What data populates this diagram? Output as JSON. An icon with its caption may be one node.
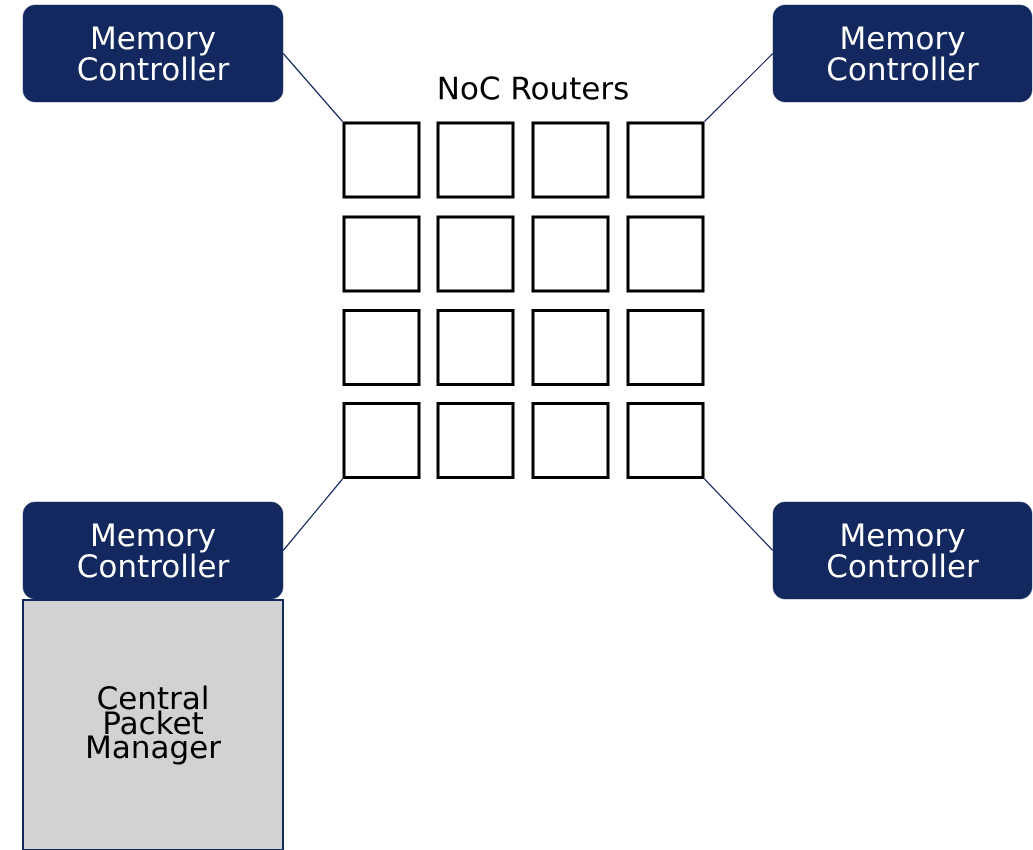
{
  "diagram": {
    "nodes": [
      {
        "text": [
          "Memory Controller"
        ]
      },
      {
        "text": [
          "Memory Controller"
        ]
      },
      {
        "text": [],
        "shape": "box"
      },
      {
        "text": [],
        "shape": "box"
      },
      {
        "text": [],
        "shape": "box"
      },
      {
        "text": [],
        "shape": "box"
      },
      {
        "text": [],
        "shape": "box"
      },
      {
        "text": [],
        "shape": "box"
      },
      {
        "text": [],
        "shape": "box"
      },
      {
        "text": [],
        "shape": "box"
      },
      {
        "text": [],
        "shape": "box"
      },
      {
        "text": [],
        "shape": "box"
      },
      {
        "text": [],
        "shape": "box"
      },
      {
        "text": [],
        "shape": "box"
      },
      {
        "text": [],
        "shape": "box"
      },
      {
        "text": [],
        "shape": "box"
      },
      {
        "text": [],
        "shape": "box"
      },
      {
        "text": [],
        "shape": "box"
      },
      {
        "text": [
          "Memory Controller"
        ]
      },
      {
        "text": [
          "Memory Controller"
        ]
      },
      {
        "text": [
          "Central Packet Manager"
        ]
      }
    ],
    "edges": [
      {
        "from": 0,
        "to": 2,
        "arrow": "none"
      },
      {
        "from": 1,
        "to": 5,
        "arrow": "none"
      },
      {
        "from": 18,
        "to": 14,
        "arrow": "none"
      },
      {
        "from": 19,
        "to": 17,
        "arrow": "none"
      }
    ],
    "labels": [
      "NoC Routers"
    ]
  }
}
